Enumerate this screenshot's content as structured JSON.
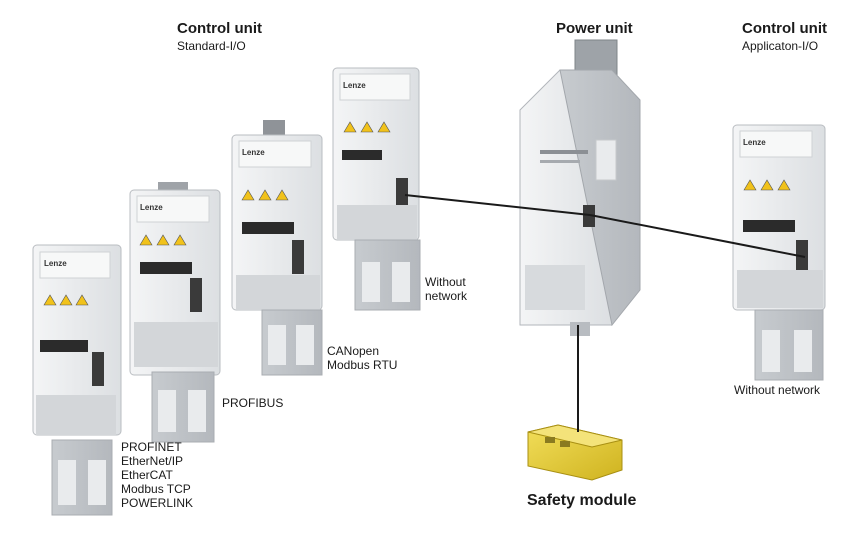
{
  "headings": {
    "control_unit_left": "Control unit",
    "control_unit_left_sub": "Standard-I/O",
    "power_unit": "Power unit",
    "control_unit_right": "Control unit",
    "control_unit_right_sub": "Applicaton-I/O",
    "safety_module": "Safety module"
  },
  "labels": {
    "industrial_ethernet": [
      "PROFINET",
      "EtherNet/IP",
      "EtherCAT",
      "Modbus TCP",
      "POWERLINK"
    ],
    "profibus": [
      "PROFIBUS"
    ],
    "canopen": [
      "CANopen",
      "Modbus RTU"
    ],
    "without_network_left": [
      "Without",
      "network"
    ],
    "without_network_right": [
      "Without network"
    ]
  },
  "brand": "Lenze",
  "colors": {
    "module_body": "#e6e8ea",
    "module_shadow": "#c9ccd0",
    "safety_yellow": "#e8cf3a",
    "line": "#1a1a1a"
  }
}
